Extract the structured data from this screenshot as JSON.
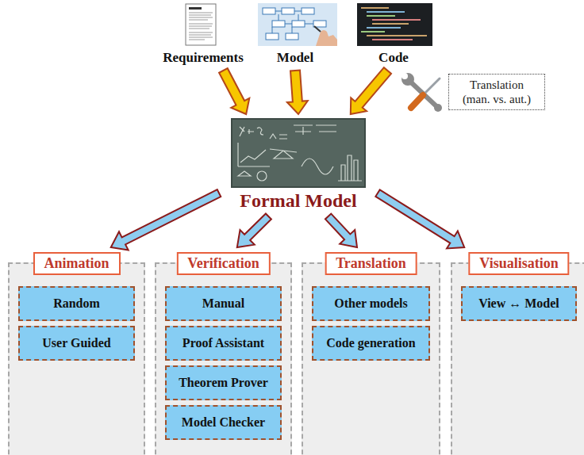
{
  "diagram": {
    "nodes": [
      {
        "text": [
          "Requirements"
        ]
      },
      {
        "text": [
          "Model"
        ]
      },
      {
        "text": [
          "Code"
        ]
      },
      {
        "text": [
          "Translation (man. vs. aut.)"
        ]
      },
      {
        "text": [
          "Formal Model"
        ]
      },
      {
        "text": [
          "Animation"
        ]
      },
      {
        "text": [
          "Random"
        ],
        "in": 5
      },
      {
        "text": [
          "User Guided"
        ],
        "in": 5
      },
      {
        "text": [
          "Verification"
        ]
      },
      {
        "text": [
          "Manual"
        ],
        "in": 8
      },
      {
        "text": [
          "Proof Assistant"
        ],
        "in": 8
      },
      {
        "text": [
          "Theorem Prover"
        ],
        "in": 8
      },
      {
        "text": [
          "Model Checker"
        ],
        "in": 8
      },
      {
        "text": [
          "Translation"
        ]
      },
      {
        "text": [
          "Other models"
        ],
        "in": 13
      },
      {
        "text": [
          "Code generation"
        ],
        "in": 13
      },
      {
        "text": [
          "Visualisation"
        ]
      },
      {
        "text": [
          "View ↔ Model"
        ],
        "in": 16
      }
    ],
    "edges": [
      {
        "from": 0,
        "to": 4,
        "arrow": "to"
      },
      {
        "from": 1,
        "to": 4,
        "arrow": "to"
      },
      {
        "from": 2,
        "to": 4,
        "arrow": "to"
      },
      {
        "from": 4,
        "to": 5,
        "arrow": "to"
      },
      {
        "from": 4,
        "to": 8,
        "arrow": "to"
      },
      {
        "from": 4,
        "to": 13,
        "arrow": "to"
      },
      {
        "from": 4,
        "to": 16,
        "arrow": "to"
      }
    ]
  }
}
